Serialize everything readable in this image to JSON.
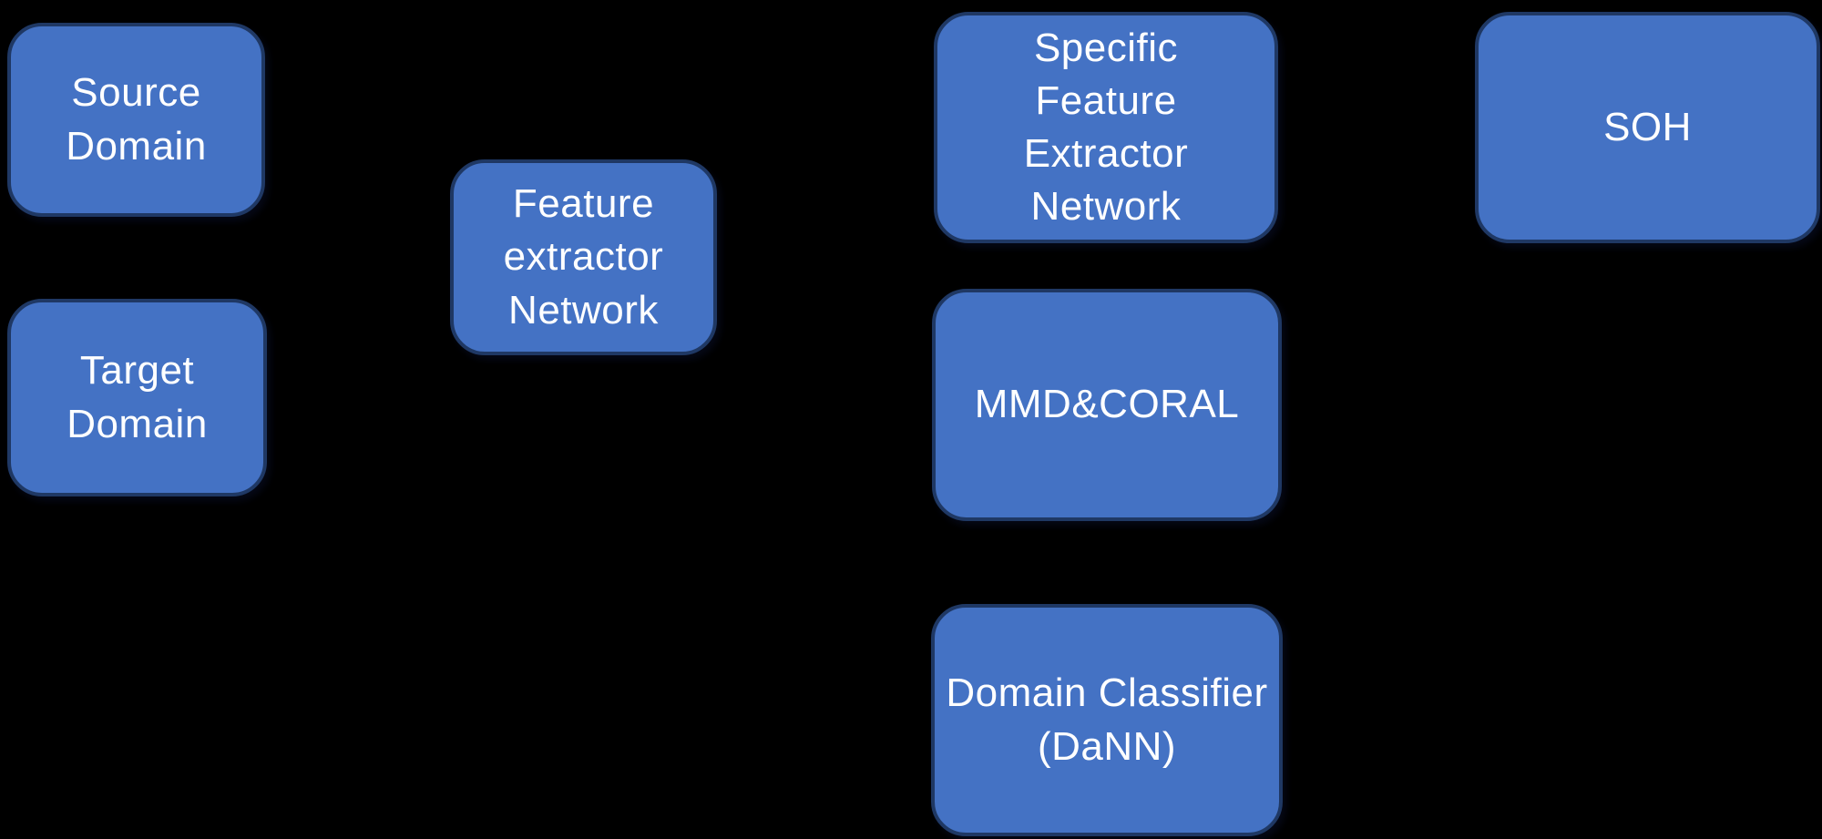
{
  "colors": {
    "background": "#000000",
    "box_fill": "#4472C4",
    "box_border": "#1f3864",
    "text": "#ffffff"
  },
  "diagram": {
    "type": "flow-diagram",
    "description_visible_nodes_only": true
  },
  "nodes": [
    {
      "id": "source-domain",
      "label": "Source\nDomain"
    },
    {
      "id": "target-domain",
      "label": "Target\nDomain"
    },
    {
      "id": "feature-extractor-network",
      "label": "Feature\nextractor\nNetwork"
    },
    {
      "id": "specific-feature-extractor-network",
      "label": "Specific\nFeature\nExtractor\nNetwork"
    },
    {
      "id": "mmd-coral",
      "label": "MMD&CORAL"
    },
    {
      "id": "domain-classifier-dann",
      "label": "Domain Classifier\n(DaNN)"
    },
    {
      "id": "soh",
      "label": "SOH"
    }
  ]
}
